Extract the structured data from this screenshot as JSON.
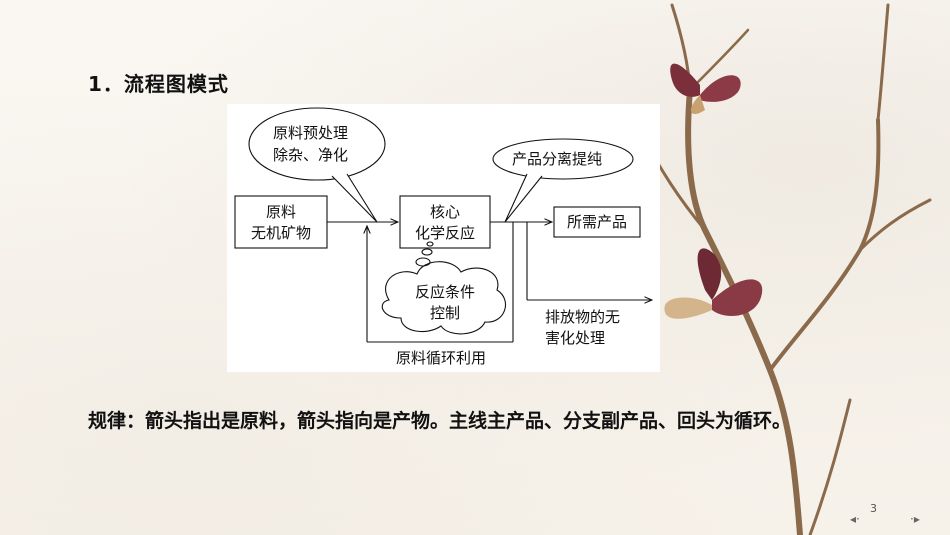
{
  "heading": "1．流程图模式",
  "diagram": {
    "bubble_pretreat_line1": "原料预处理",
    "bubble_pretreat_line2": "除杂、净化",
    "bubble_separate": "产品分离提纯",
    "box_raw_line1": "原料",
    "box_raw_line2": "无机矿物",
    "box_core_line1": "核心",
    "box_core_line2": "化学反应",
    "box_product": "所需产品",
    "cloud_line1": "反应条件",
    "cloud_line2": "控制",
    "waste_line1": "排放物的无",
    "waste_line2": "害化处理",
    "recycle_label": "原料循环利用"
  },
  "rule_text": "规律：箭头指出是原料，箭头指向是产物。主线主产品、分支副产品、回头为循环。",
  "page_number": "3",
  "nav": {
    "prev": "◂·",
    "next": "·▸"
  }
}
